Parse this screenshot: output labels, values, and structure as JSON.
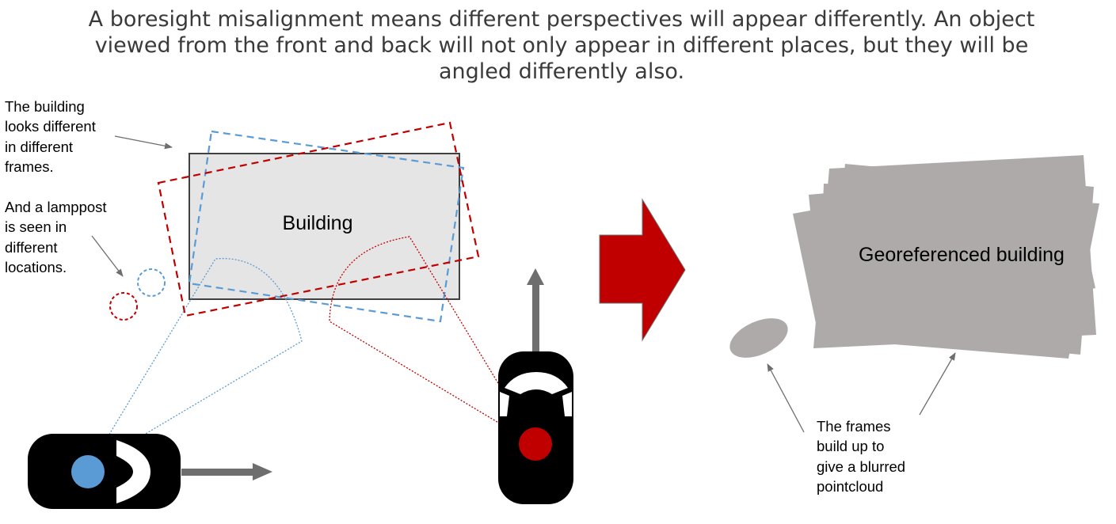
{
  "title": {
    "lines": [
      "A boresight misalignment means different perspectives will appear differently. An object",
      "viewed from the front and back will not only appear in different places, but they will be",
      "angled differently also."
    ]
  },
  "notes": {
    "building_note": [
      "The building",
      "looks different",
      "in different",
      "frames."
    ],
    "lamppost_note": [
      "And a lamppost",
      "is seen in",
      "different",
      "locations."
    ],
    "pointcloud_note": [
      "The frames",
      "build up to",
      "give a blurred",
      "pointcloud"
    ]
  },
  "labels": {
    "building": "Building",
    "georeferenced": "Georeferenced building"
  },
  "colors": {
    "blue_frame": "#5b9bd5",
    "red_frame": "#c00000",
    "building_fill": "#e5e5e5",
    "building_stroke": "#404040",
    "georef_fill": "#aeaaaa",
    "arrow_grey": "#6e6e6e",
    "big_arrow": "#c00000",
    "car_body": "#000000",
    "sensor_blue": "#5b9bd5",
    "sensor_red": "#c00000"
  },
  "icons": {
    "blue_car": "car-top-view-icon",
    "red_car": "car-top-view-icon",
    "process_arrow": "right-arrow-icon"
  }
}
